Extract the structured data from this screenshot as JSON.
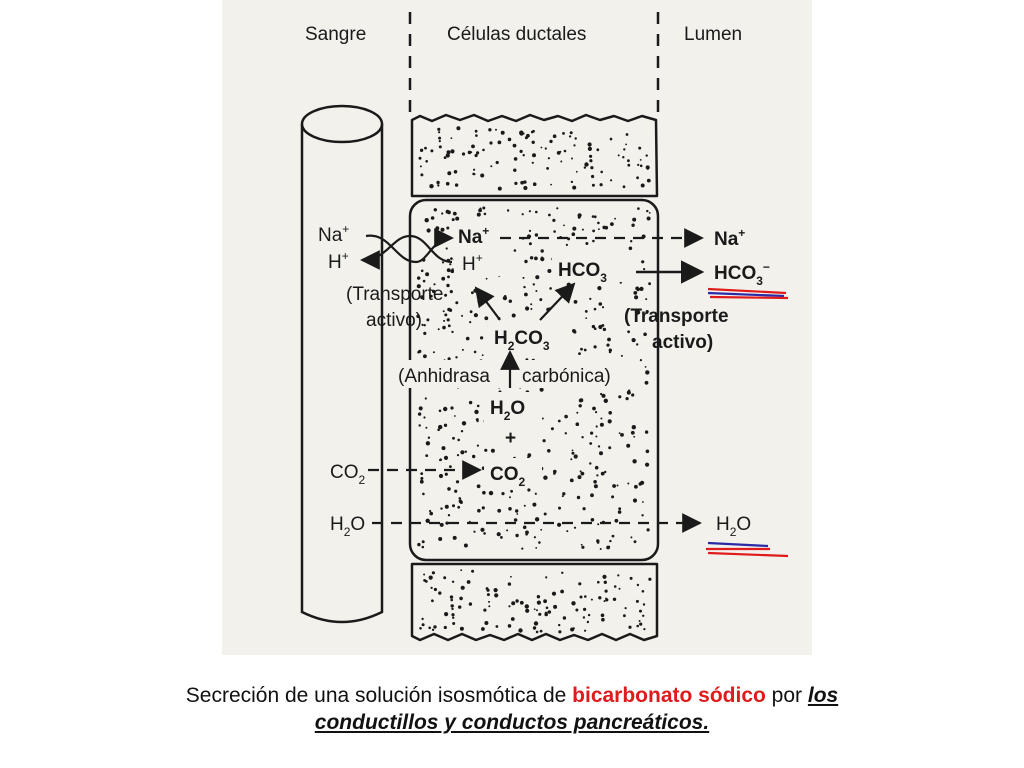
{
  "columns": {
    "blood": "Sangre",
    "cells": "Células ductales",
    "lumen": "Lumen"
  },
  "blood_side": {
    "na": "Na",
    "na_sup": "+",
    "h": "H",
    "h_sup": "+",
    "transport_line1": "(Transporte",
    "transport_line2": "activo)",
    "co2": "CO",
    "co2_sub": "2",
    "h2o_a": "H",
    "h2o_sub": "2",
    "h2o_b": "O"
  },
  "cell_side": {
    "na": "Na",
    "na_sup": "+",
    "h": "H",
    "h_sup": "+",
    "hco3": "HCO",
    "hco3_sub": "3",
    "h2co3_a": "H",
    "h2co3_sub1": "2",
    "h2co3_b": "CO",
    "h2co3_sub2": "3",
    "enzyme": "(Anhidrasa",
    "enzyme2": "carbónica)",
    "h2o_a": "H",
    "h2o_sub": "2",
    "h2o_b": "O",
    "plus": "+",
    "co2": "CO",
    "co2_sub": "2"
  },
  "lumen_side": {
    "na": "Na",
    "na_sup": "+",
    "hco3": "HCO",
    "hco3_sub": "3",
    "hco3_sup": "−",
    "transport_line1": "(Transporte",
    "transport_line2": "activo)",
    "h2o_a": "H",
    "h2o_sub": "2",
    "h2o_b": "O"
  },
  "caption": {
    "part1": "Secreción de una solución isosmótica de ",
    "highlight": "bicarbonato sódico",
    "part2": " por ",
    "underlined_1": "los",
    "underlined_2": "conductillos y conductos pancreáticos."
  },
  "colors": {
    "highlight_red": "#e01b1b",
    "underline_blue": "#2a2aa8",
    "ink": "#1a1a1a",
    "paper": "#f2f1ec"
  }
}
